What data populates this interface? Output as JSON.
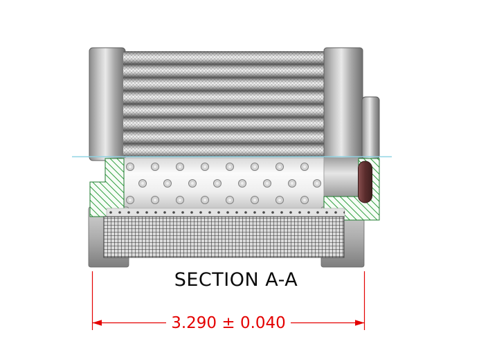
{
  "drawing": {
    "title": "SECTION A-A",
    "dimension": {
      "text": "3.290 ± 0.040",
      "value": "3.290",
      "tolerance": "± 0.040"
    },
    "colors": {
      "dimension_red": "#e40000",
      "centerline_cyan": "#8fd4e4",
      "hatch_green": "#2f9e3f",
      "oring_maroon": "#5a2c2c",
      "metal_gray": "#a8a8a8",
      "background": "#ffffff"
    }
  }
}
